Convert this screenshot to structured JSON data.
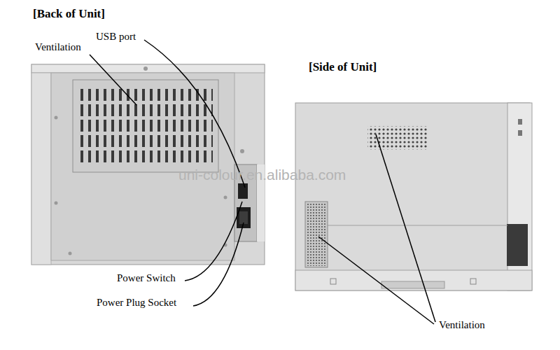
{
  "diagram": {
    "labels": [
      "[Back of Unit]",
      "USB port",
      "Ventilation",
      "[Side of Unit]",
      "Power Switch",
      "Power Plug Socket",
      "Ventilation",
      "uni-colour.en.alibaba.com"
    ]
  }
}
